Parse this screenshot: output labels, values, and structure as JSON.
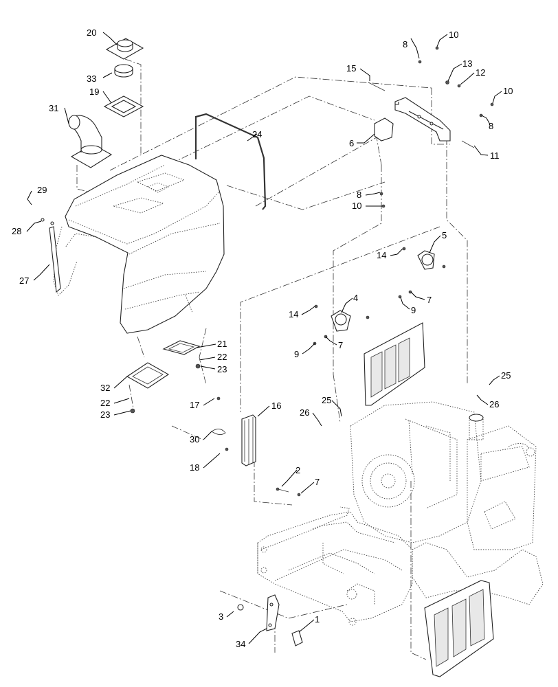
{
  "callouts": [
    {
      "id": "c20",
      "text": "20"
    },
    {
      "id": "c33",
      "text": "33"
    },
    {
      "id": "c19",
      "text": "19"
    },
    {
      "id": "c31",
      "text": "31"
    },
    {
      "id": "c24",
      "text": "24"
    },
    {
      "id": "c29",
      "text": "29"
    },
    {
      "id": "c28",
      "text": "28"
    },
    {
      "id": "c27",
      "text": "27"
    },
    {
      "id": "c21",
      "text": "21"
    },
    {
      "id": "c22a",
      "text": "22"
    },
    {
      "id": "c23a",
      "text": "23"
    },
    {
      "id": "c32",
      "text": "32"
    },
    {
      "id": "c22b",
      "text": "22"
    },
    {
      "id": "c23b",
      "text": "23"
    },
    {
      "id": "c17",
      "text": "17"
    },
    {
      "id": "c16",
      "text": "16"
    },
    {
      "id": "c30",
      "text": "30"
    },
    {
      "id": "c18",
      "text": "18"
    },
    {
      "id": "c2",
      "text": "2"
    },
    {
      "id": "c7c",
      "text": "7"
    },
    {
      "id": "c3",
      "text": "3"
    },
    {
      "id": "c34",
      "text": "34"
    },
    {
      "id": "c1",
      "text": "1"
    },
    {
      "id": "c8a",
      "text": "8"
    },
    {
      "id": "c10a",
      "text": "10"
    },
    {
      "id": "c15",
      "text": "15"
    },
    {
      "id": "c13",
      "text": "13"
    },
    {
      "id": "c12",
      "text": "12"
    },
    {
      "id": "c10b",
      "text": "10"
    },
    {
      "id": "c8b",
      "text": "8"
    },
    {
      "id": "c6",
      "text": "6"
    },
    {
      "id": "c11",
      "text": "11"
    },
    {
      "id": "c8c",
      "text": "8"
    },
    {
      "id": "c10c",
      "text": "10"
    },
    {
      "id": "c14a",
      "text": "14"
    },
    {
      "id": "c5",
      "text": "5"
    },
    {
      "id": "c7a",
      "text": "7"
    },
    {
      "id": "c9a",
      "text": "9"
    },
    {
      "id": "c14b",
      "text": "14"
    },
    {
      "id": "c4",
      "text": "4"
    },
    {
      "id": "c9b",
      "text": "9"
    },
    {
      "id": "c7b",
      "text": "7"
    },
    {
      "id": "c25a",
      "text": "25"
    },
    {
      "id": "c26a",
      "text": "26"
    },
    {
      "id": "c25b",
      "text": "25"
    },
    {
      "id": "c26b",
      "text": "26"
    }
  ],
  "colors": {
    "line": "#222222",
    "background": "#ffffff"
  }
}
